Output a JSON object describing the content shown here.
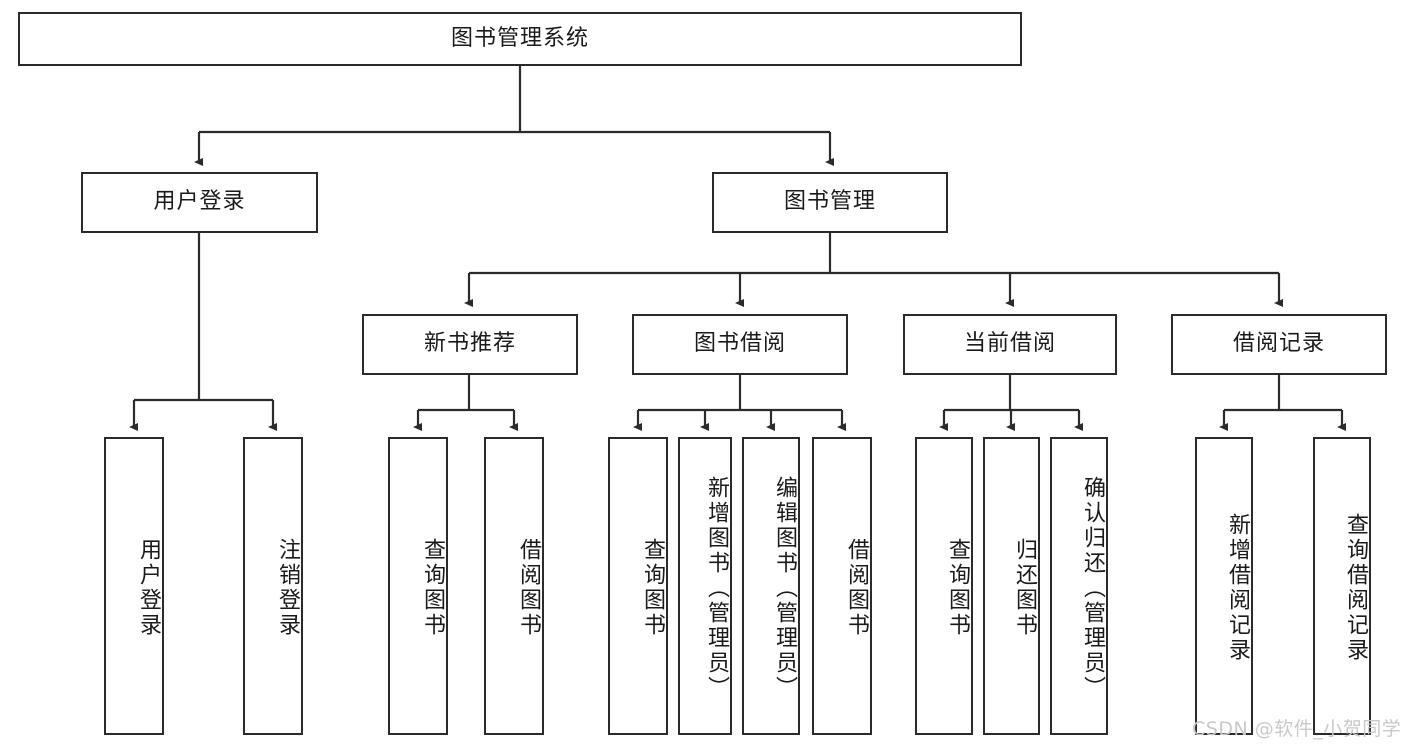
{
  "diagram": {
    "title": "图书管理系统",
    "type": "functional-structure-tree",
    "watermark": "CSDN @软件_小贺同学",
    "colors": {
      "stroke": "#2b2b2b",
      "fill": "#ffffff",
      "text": "#1a1a1a",
      "watermark": "#c9c9c9"
    },
    "levels": {
      "root": {
        "label": "图书管理系统"
      },
      "level2": [
        {
          "label": "用户登录"
        },
        {
          "label": "图书管理"
        }
      ],
      "level3": [
        {
          "label": "新书推荐"
        },
        {
          "label": "图书借阅"
        },
        {
          "label": "当前借阅"
        },
        {
          "label": "借阅记录"
        }
      ],
      "leaves": [
        {
          "label": "用户登录",
          "parent": "用户登录"
        },
        {
          "label": "注销登录",
          "parent": "用户登录"
        },
        {
          "label": "查询图书",
          "parent": "新书推荐"
        },
        {
          "label": "借阅图书",
          "parent": "新书推荐"
        },
        {
          "label": "查询图书",
          "parent": "图书借阅"
        },
        {
          "label": "新增图书（管理员）",
          "parent": "图书借阅"
        },
        {
          "label": "编辑图书（管理员）",
          "parent": "图书借阅"
        },
        {
          "label": "借阅图书",
          "parent": "图书借阅"
        },
        {
          "label": "查询图书",
          "parent": "当前借阅"
        },
        {
          "label": "归还图书",
          "parent": "当前借阅"
        },
        {
          "label": "确认归还（管理员）",
          "parent": "当前借阅"
        },
        {
          "label": "新增借阅记录",
          "parent": "借阅记录"
        },
        {
          "label": "查询借阅记录",
          "parent": "借阅记录"
        }
      ]
    }
  }
}
